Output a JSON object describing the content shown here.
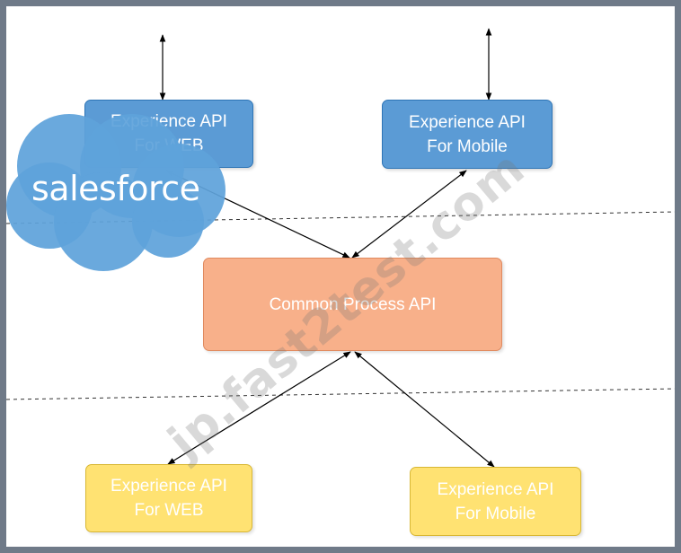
{
  "colors": {
    "experience_top": "#5b9bd5",
    "process": "#f8b08a",
    "experience_bottom": "#ffe272",
    "cloud": "#5fa3da",
    "connector": "#000000"
  },
  "boxes": {
    "web_top": {
      "line1": "Experience API",
      "line2": "For WEB"
    },
    "mobile_top": {
      "line1": "Experience API",
      "line2": "For Mobile"
    },
    "process": {
      "label": "Common Process API"
    },
    "web_bottom": {
      "line1": "Experience API",
      "line2": "For WEB"
    },
    "mobile_bottom": {
      "line1": "Experience API",
      "line2": "For Mobile"
    }
  },
  "logo": {
    "text": "salesforce",
    "icon": "salesforce-cloud-icon"
  },
  "watermark": {
    "text": "jp.fast2test.com"
  }
}
